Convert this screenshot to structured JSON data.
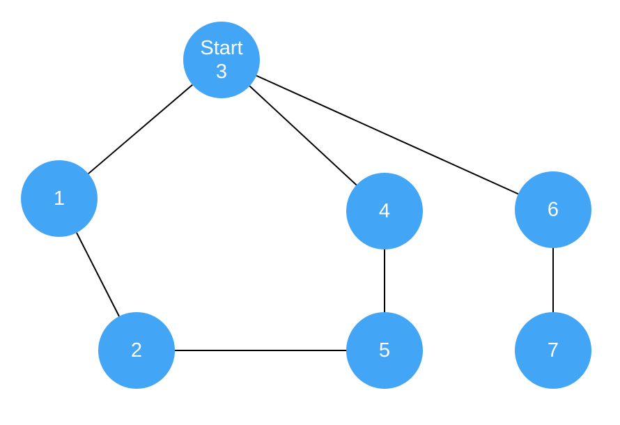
{
  "colors": {
    "node_fill": "#42A5F5",
    "node_text": "#ffffff",
    "edge": "#000000"
  },
  "nodes": [
    {
      "id": "3",
      "lines": [
        "Start",
        "3"
      ]
    },
    {
      "id": "1",
      "lines": [
        "1"
      ]
    },
    {
      "id": "4",
      "lines": [
        "4"
      ]
    },
    {
      "id": "6",
      "lines": [
        "6"
      ]
    },
    {
      "id": "2",
      "lines": [
        "2"
      ]
    },
    {
      "id": "5",
      "lines": [
        "5"
      ]
    },
    {
      "id": "7",
      "lines": [
        "7"
      ]
    }
  ],
  "edges": [
    {
      "from": "3",
      "to": "1"
    },
    {
      "from": "3",
      "to": "4"
    },
    {
      "from": "3",
      "to": "6"
    },
    {
      "from": "1",
      "to": "2"
    },
    {
      "from": "2",
      "to": "5"
    },
    {
      "from": "4",
      "to": "5"
    },
    {
      "from": "6",
      "to": "7"
    }
  ]
}
